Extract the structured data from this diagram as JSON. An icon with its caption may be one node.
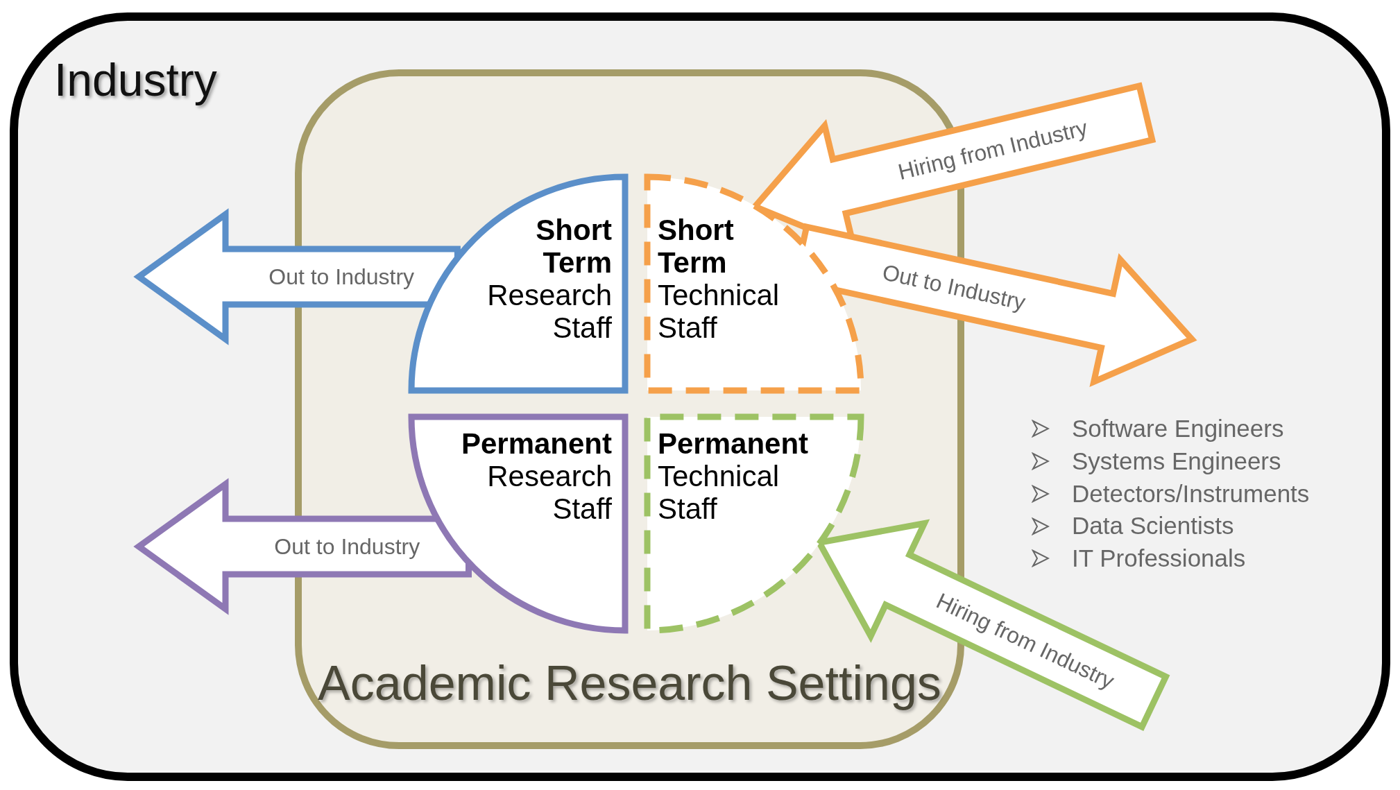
{
  "diagram": {
    "nodes": [
      {
        "text": [
          "Industry"
        ]
      },
      {
        "text": [
          "Academic Research Settings"
        ],
        "in": 0
      },
      {
        "text": [
          "Short Term",
          "Research Staff"
        ],
        "in": 1
      },
      {
        "text": [
          "Short Term",
          "Technical Staff"
        ],
        "in": 1
      },
      {
        "text": [
          "Permanent",
          "Research Staff"
        ],
        "in": 1
      },
      {
        "text": [
          "Permanent",
          "Technical Staff"
        ],
        "in": 1
      }
    ],
    "edges": [
      {
        "from": 2,
        "to": null,
        "arrow": "to",
        "label": "Out to Industry",
        "style": "thick",
        "color": "#5b8fc9"
      },
      {
        "from": null,
        "to": 3,
        "arrow": "to",
        "label": "Hiring from Industry",
        "style": "thick",
        "color": "#f5a04a"
      },
      {
        "from": 3,
        "to": null,
        "arrow": "to",
        "label": "Out to Industry",
        "style": "thick",
        "color": "#f5a04a"
      },
      {
        "from": 4,
        "to": null,
        "arrow": "to",
        "label": "Out to Industry",
        "style": "thick",
        "color": "#8e78b4"
      },
      {
        "from": null,
        "to": 5,
        "arrow": "to",
        "label": "Hiring from Industry",
        "style": "thick",
        "color": "#9dc264"
      }
    ],
    "labels": [
      "Software Engineers",
      "Systems Engineers",
      "Detectors/Instruments",
      "Data Scientists",
      "IT Professionals"
    ]
  }
}
